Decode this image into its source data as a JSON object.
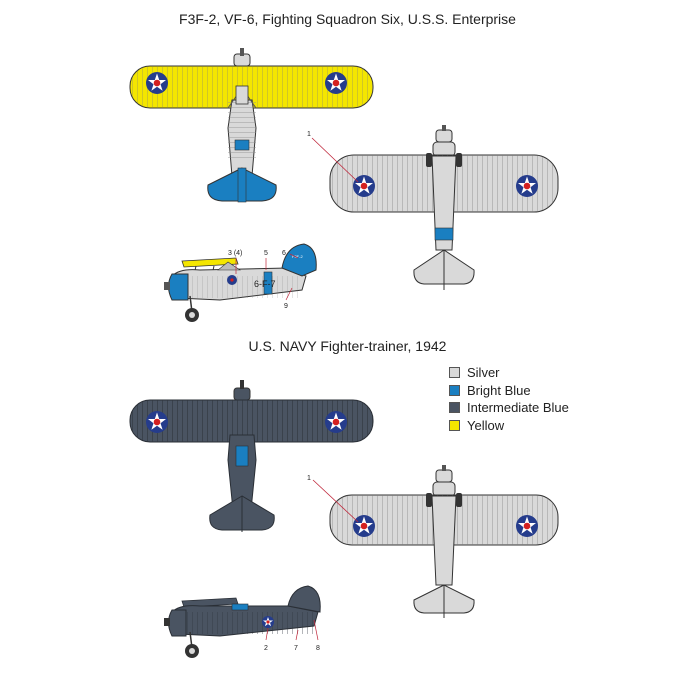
{
  "scheme1": {
    "title": "F3F-2, VF-6, Fighting Squadron Six, U.S.S. Enterprise",
    "callouts": [
      "1",
      "3 (4)",
      "5",
      "6",
      "9"
    ],
    "fuselage_code": "6-F-7",
    "tail_text": "F3F-2"
  },
  "scheme2": {
    "title": "U.S. NAVY Fighter-trainer, 1942",
    "callouts": [
      "1",
      "2",
      "7",
      "8"
    ]
  },
  "legend": [
    {
      "label": "Silver",
      "color": "#d9d9d9"
    },
    {
      "label": "Bright Blue",
      "color": "#1a7fc1"
    },
    {
      "label": "Intermediate Blue",
      "color": "#4a5462"
    },
    {
      "label": "Yellow",
      "color": "#f4e600"
    }
  ],
  "colors": {
    "silver": "#d9d9d9",
    "bright_blue": "#1a7fc1",
    "intermediate_blue": "#4a5462",
    "yellow": "#f4e600",
    "insignia_blue": "#253c8c",
    "insignia_red": "#d42020",
    "callout_line": "#c0283c"
  }
}
